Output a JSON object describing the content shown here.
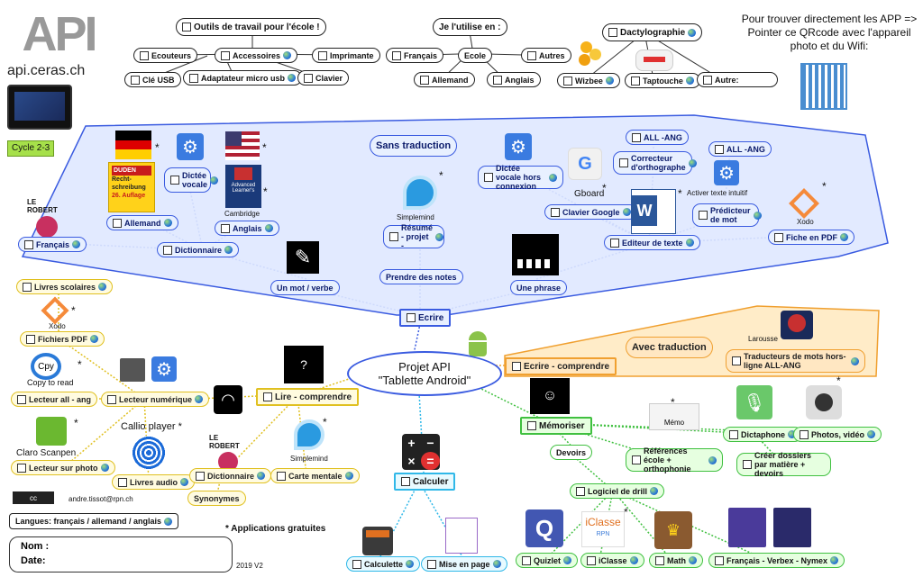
{
  "brand": {
    "logo": "API",
    "site": "api.ceras.ch",
    "cycle": "Cycle 2-3"
  },
  "qr_note": "Pour trouver directement les APP => Pointer ce QRcode avec l'appareil photo et du Wifi:",
  "top": {
    "outils": {
      "title": "Outils de travail pour l'école !",
      "accessoires": "Accessoires",
      "ecouteurs": "Ecouteurs",
      "imprimante": "Imprimante",
      "clavier": "Clavier",
      "cle_usb": "Clé USB",
      "adaptateur": "Adaptateur micro usb"
    },
    "utilise": {
      "title": "Je l'utilise en :",
      "ecole": "Ecole",
      "francais": "Français",
      "autres": "Autres",
      "allemand": "Allemand",
      "anglais": "Anglais"
    },
    "dactylo": {
      "title": "Dactylographie",
      "wizbee": "Wizbee",
      "taptouche": "Taptouche",
      "autre": "Autre:"
    }
  },
  "ecrire": {
    "root": "Ecrire",
    "sans_traduction": "Sans traduction",
    "un_mot": "Un mot / verbe",
    "prendre_notes": "Prendre des notes",
    "une_phrase": "Une phrase",
    "francais": "Français",
    "dictionnaire": "Dictionnaire",
    "allemand": "Allemand",
    "dictee_vocale": "Dictée vocale",
    "anglais": "Anglais",
    "cambridge": "Cambridge",
    "simplemind": "Simplemind",
    "resume": "Résumé - projet -",
    "dictee_hors": "Dictée vocale hors connexion",
    "gboard": "Gboard",
    "clavier_google": "Clavier Google",
    "all_ang_1": "ALL -ANG",
    "correcteur": "Correcteur d'orthographe",
    "all_ang_2": "ALL -ANG",
    "activer": "Activer texte intuitif",
    "predicteur": "Prédicteur de mot",
    "editeur": "Editeur de texte",
    "fiche_pdf": "Fiche en PDF",
    "xodo": "Xodo",
    "duden_line1": "DUDEN",
    "duden_line2": "Recht-schreibung",
    "duden_line3": "26. Auflage",
    "robert": "LE ROBERT",
    "advanced": "Advanced Learner's"
  },
  "center": {
    "line1": "Projet API",
    "line2": "\"Tablette Android\""
  },
  "comprendre": {
    "ecrire_comprendre": "Ecrire - comprendre",
    "avec_traduction": "Avec traduction",
    "larousse": "Larousse",
    "traducteurs": "Traducteurs de mots hors-ligne ALL-ANG"
  },
  "lire": {
    "root": "Lire - comprendre",
    "livres_scolaires": "Livres scolaires",
    "xodo": "Xodo",
    "fichiers_pdf": "Fichiers PDF",
    "copy": "Copy to read",
    "lecteur_num": "Lecteur numérique",
    "lecteur_all": "Lecteur all - ang",
    "claro": "Claro Scanpen",
    "lecteur_photo": "Lecteur sur photo",
    "callio": "Callio player",
    "livres_audio": "Livres audio",
    "dictionnaire": "Dictionnaire",
    "synonymes": "Synonymes",
    "simplemind": "Simplemind",
    "carte_mentale": "Carte mentale",
    "robert": "LE ROBERT"
  },
  "memoriser": {
    "root": "Mémoriser",
    "devoirs": "Devoirs",
    "memo": "Mémo",
    "references": "Références école + orthophonie",
    "dictaphone": "Dictaphone",
    "photos": "Photos, vidéo",
    "creer_dossiers": "Créer dossiers par matière + devoirs",
    "logiciel": "Logiciel de drill",
    "quizlet": "Quizlet",
    "iclasse": "iClasse",
    "iclasse_logo": "iClasse",
    "rpn": "RPN",
    "math": "Math",
    "francais_verbex": "Français - Verbex - Nymex"
  },
  "calculer": {
    "root": "Calculer",
    "calculette": "Calculette",
    "mise_en_page": "Mise en page"
  },
  "footer": {
    "author": "andre.tissot@rpn.ch",
    "langues": "Langues: français / allemand / anglais",
    "gratuit": "* Applications gratuites",
    "nom": "Nom :",
    "date": "Date:",
    "version": "2019 V2"
  },
  "colors": {
    "blue": "#3a5be0",
    "blue_panel": "#dfe8ff",
    "orange": "#f0a030",
    "green": "#40c040",
    "yellow": "#e0c020",
    "cyan": "#30b8e8",
    "cycle_bg": "#a6e04a"
  }
}
